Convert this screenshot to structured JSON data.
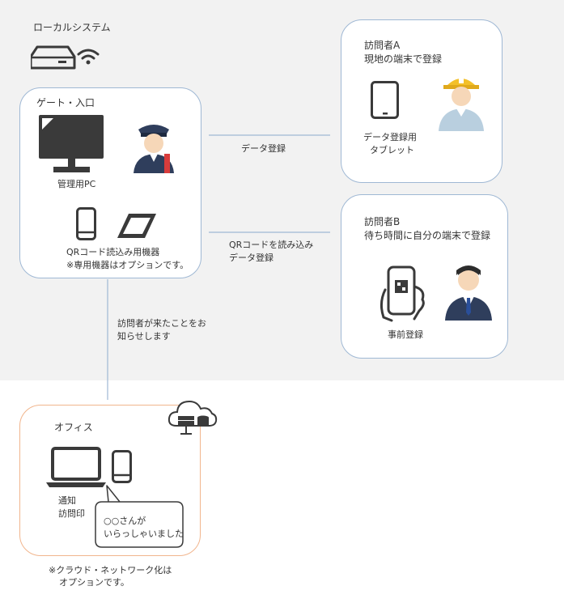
{
  "local_system": {
    "title": "ローカルシステム"
  },
  "gate": {
    "title": "ゲート・入口",
    "pc_label": "管理用PC",
    "reader_label_1": "QRコード読込み用機器",
    "reader_label_2": "※専用機器はオプションです。"
  },
  "visitor_a": {
    "title": "訪問者A",
    "subtitle": "現地の端末で登録",
    "tablet_label_1": "データ登録用",
    "tablet_label_2": "タブレット"
  },
  "visitor_b": {
    "title": "訪問者B",
    "subtitle": "待ち時間に自分の端末で登録",
    "device_label": "事前登録"
  },
  "connections": {
    "a_label": "データ登録",
    "b_label_1": "QRコードを読み込み",
    "b_label_2": "データ登録",
    "notify_label_1": "訪問者が来たことをお",
    "notify_label_2": "知らせします"
  },
  "office": {
    "title": "オフィス",
    "notice_label_1": "通知",
    "notice_label_2": "訪問印",
    "bubble_1": "○○さんが",
    "bubble_2": "いらっしゃいました"
  },
  "footnote": {
    "line_1": "※クラウド・ネットワーク化は",
    "line_2": "オプションです。"
  },
  "colors": {
    "line": "#9fb8d4",
    "office_border": "#f1b58d",
    "icon_dark": "#3a3a3a",
    "background_gray": "#f2f2f2"
  }
}
